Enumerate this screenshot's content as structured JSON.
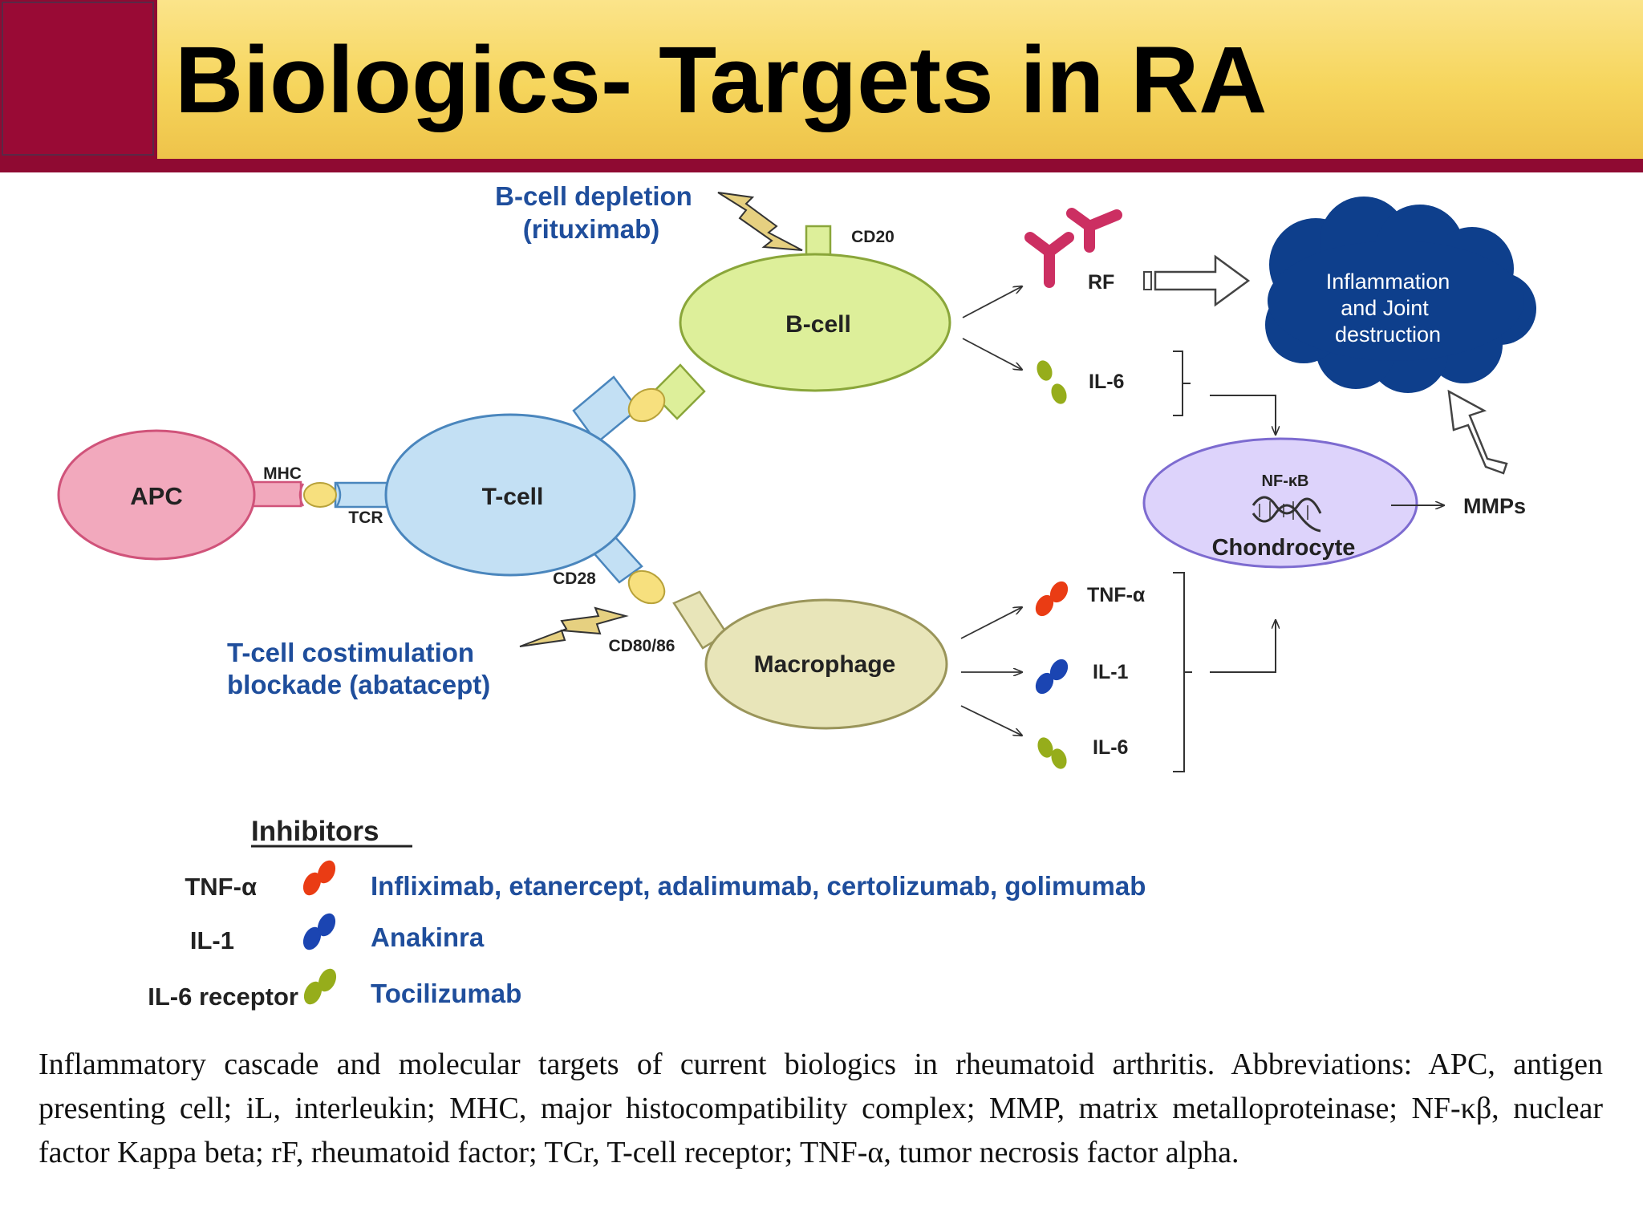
{
  "title": "Biologics- Targets in RA",
  "diagram": {
    "apc": "APC",
    "mhc": "MHC",
    "tcr": "TCR",
    "tcell": "T-cell",
    "bcell": "B-cell",
    "macrophage": "Macrophage",
    "cd20": "CD20",
    "cd28": "CD28",
    "cd8086": "CD80/86",
    "bcell_depletion_line1": "B-cell depletion",
    "bcell_depletion_line2": "(rituximab)",
    "tcell_block_line1": "T-cell costimulation",
    "tcell_block_line2": "blockade (abatacept)",
    "rf": "RF",
    "il6_b": "IL-6",
    "tnf": "TNF-α",
    "il1": "IL-1",
    "il6_m": "IL-6",
    "nfkb": "NF-κB",
    "chondrocyte": "Chondrocyte",
    "mmps": "MMPs",
    "cloud_line1": "Inflammation",
    "cloud_line2": "and Joint",
    "cloud_line3": "destruction"
  },
  "inhibitors": {
    "heading": "Inhibitors",
    "rows": [
      {
        "target": "TNF-α",
        "drugs": "Infliximab, etanercept, adalimumab, certolizumab, golimumab"
      },
      {
        "target": "IL-1",
        "drugs": "Anakinra"
      },
      {
        "target": "IL-6 receptor",
        "drugs": "Tocilizumab"
      }
    ]
  },
  "caption": "Inflammatory cascade and molecular targets of current biologics in rheumatoid arthritis. Abbreviations: APC, antigen presenting cell; iL, interleukin; MHC, major histocompatibility complex; MMP, matrix metalloproteinase; NF-κβ, nuclear factor Kappa beta; rF, rheumatoid factor; TCr, T-cell receptor; TNF-α, tumor necrosis factor alpha.",
  "colors": {
    "header_band": "#8f0a32",
    "header_box": "#f6d55c",
    "apc": "#f2a9bd",
    "tcell": "#c3e0f4",
    "bcell": "#ddef9a",
    "macrophage": "#e8e5b9",
    "chondrocyte": "#ddd3fb",
    "cloud": "#0e3f8c",
    "blue_text": "#1f4e9c",
    "rf": "#cc2f62",
    "tnf_dot": "#ea3c14",
    "il1_dot": "#1b45b2",
    "il6_dot": "#96ad1b"
  }
}
